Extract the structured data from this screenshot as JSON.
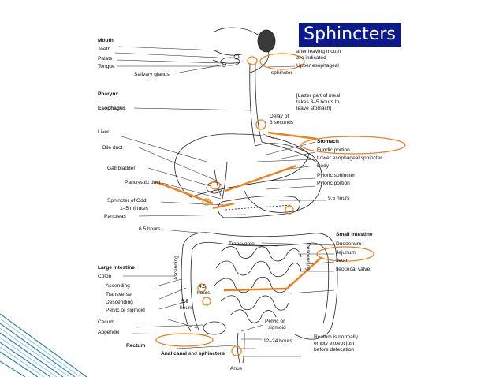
{
  "title": "Sphincters",
  "colors": {
    "highlight": "#f07f1a",
    "title_bg": "#0a1a8c",
    "stripe": "#2f86b5",
    "line": "#222222"
  },
  "labels": {
    "mouth": "Mouth",
    "teeth": "Teeth",
    "palate": "Palate",
    "tongue": "Tongue",
    "salivary": "Salivary glands",
    "pharynx": "Pharynx",
    "esophagus": "Esophagus",
    "liver": "Liver",
    "bile_duct": "Bile duct",
    "gall_bladder": "Gall bladder",
    "pancreatic_duct": "Pancreatic duct",
    "oddi": "Sphincter of Oddi",
    "oddi_time": "1–5 minutes",
    "pancreas": "Pancreas",
    "h65": "6.5 hours",
    "transverse_top": "Transverse",
    "large_intestine": "Large intestine",
    "colon": "Colon",
    "ascending": "Ascending",
    "transverse": "Transverse",
    "descending": "Descending",
    "pelvic": "Pelvic or sigmoid",
    "cecum": "Cecum",
    "appendix": "Appendix",
    "rectum": "Rectum",
    "anal_prefix": "Anal canal",
    "anal_mid": " and ",
    "anal_suffix": "sphincters",
    "anus": "Anus",
    "ascending_v": "Ascending",
    "descending_v": "Descending",
    "h45": "4.5",
    "h45b": "hours",
    "h55": "5.5",
    "h55b": "hours",
    "time1": "after leaving mouth",
    "time2": "are indicated",
    "upper1": "Upper esophageal",
    "upper2": "sphincter",
    "meal1": "[Latter part of meal",
    "meal2": "takes 3–5 hours to",
    "meal3": "leave stomach]",
    "delay1": "Delay of",
    "delay2": "3 seconds",
    "stomach": "Stomach",
    "fundic": "Fundic portion",
    "lower": "Lower esophageal sphincter",
    "body": "Body",
    "pyloric_s": "Pyloric sphincter",
    "pyloric_p": "Pyloric portion",
    "h95": "9.5 hours",
    "small_intestine": "Small intestine",
    "duodenum": "Duodenum",
    "jejunum": "Jejunum",
    "ileum": "Ileum",
    "ileocecal": "Ileocecal valve",
    "pelvic_r1": "Pelvic or",
    "pelvic_r2": "sigmoid",
    "h1224": "12–24 hours",
    "rect1": "Rectum is normally",
    "rect2": "empty except just",
    "rect3": "before defecation"
  }
}
